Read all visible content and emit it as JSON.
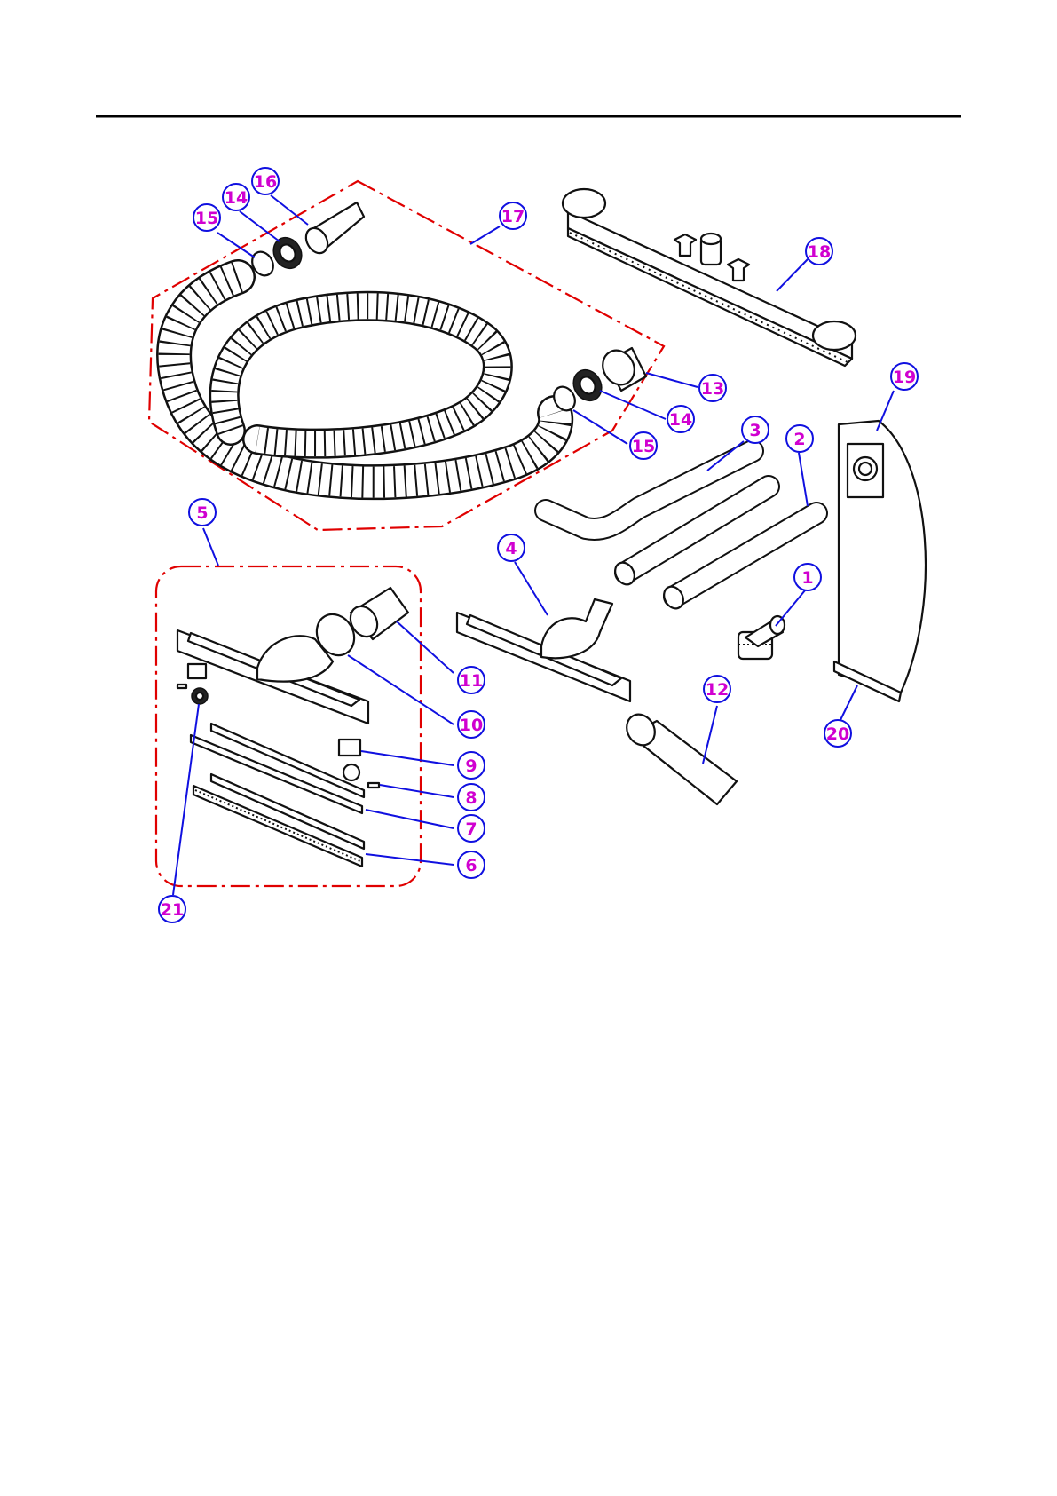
{
  "colors": {
    "callout_text": "#d000d0",
    "callout_ring": "#1010e0",
    "group_border": "#e00000",
    "line": "#111111"
  },
  "callouts": [
    {
      "id": "c1",
      "label": "1"
    },
    {
      "id": "c2",
      "label": "2"
    },
    {
      "id": "c3",
      "label": "3"
    },
    {
      "id": "c4",
      "label": "4"
    },
    {
      "id": "c5",
      "label": "5"
    },
    {
      "id": "c6",
      "label": "6"
    },
    {
      "id": "c7",
      "label": "7"
    },
    {
      "id": "c8",
      "label": "8"
    },
    {
      "id": "c9",
      "label": "9"
    },
    {
      "id": "c10",
      "label": "10"
    },
    {
      "id": "c11",
      "label": "11"
    },
    {
      "id": "c12",
      "label": "12"
    },
    {
      "id": "c13",
      "label": "13"
    },
    {
      "id": "c14a",
      "label": "14"
    },
    {
      "id": "c14b",
      "label": "14"
    },
    {
      "id": "c15a",
      "label": "15"
    },
    {
      "id": "c15b",
      "label": "15"
    },
    {
      "id": "c16",
      "label": "16"
    },
    {
      "id": "c17",
      "label": "17"
    },
    {
      "id": "c18",
      "label": "18"
    },
    {
      "id": "c19",
      "label": "19"
    },
    {
      "id": "c20",
      "label": "20"
    },
    {
      "id": "c21",
      "label": "21"
    }
  ]
}
